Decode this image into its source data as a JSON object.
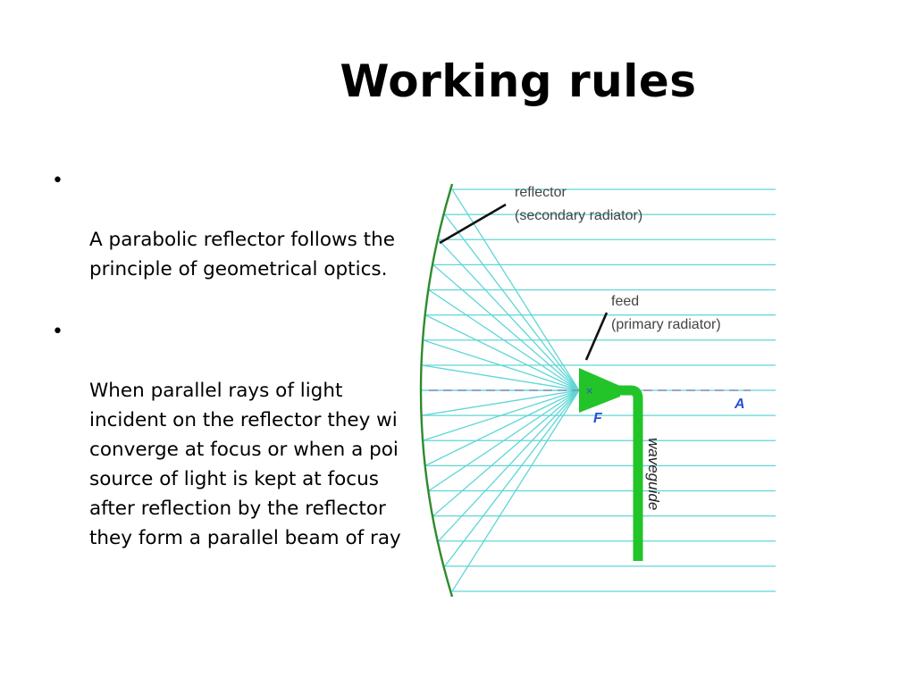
{
  "slide": {
    "title": "Working rules",
    "bullets": [
      {
        "marker": "•",
        "text": "A  parabolic reflector follows the\nprinciple of geometrical optics."
      },
      {
        "marker": "•",
        "text": "When parallel rays of light\nincident on the reflector they wi\nconverge at focus or when a poi\nsource of light is kept at focus\nafter reflection by the reflector\nthey form a parallel beam of ray"
      }
    ]
  },
  "diagram": {
    "labels": {
      "reflector_line1": "reflector",
      "reflector_line2": "(secondary radiator)",
      "feed_line1": "feed",
      "feed_line2": "(primary radiator)",
      "focus": "F",
      "axis": "A",
      "waveguide": "waveguide",
      "focus_mark": "×"
    },
    "colors": {
      "reflector": "#2e8b2e",
      "rays": "#5fd6d6",
      "feed": "#22c42a",
      "axis": "#8a8ab8",
      "label_blue": "#2a4fd8",
      "leader": "#111111"
    }
  }
}
